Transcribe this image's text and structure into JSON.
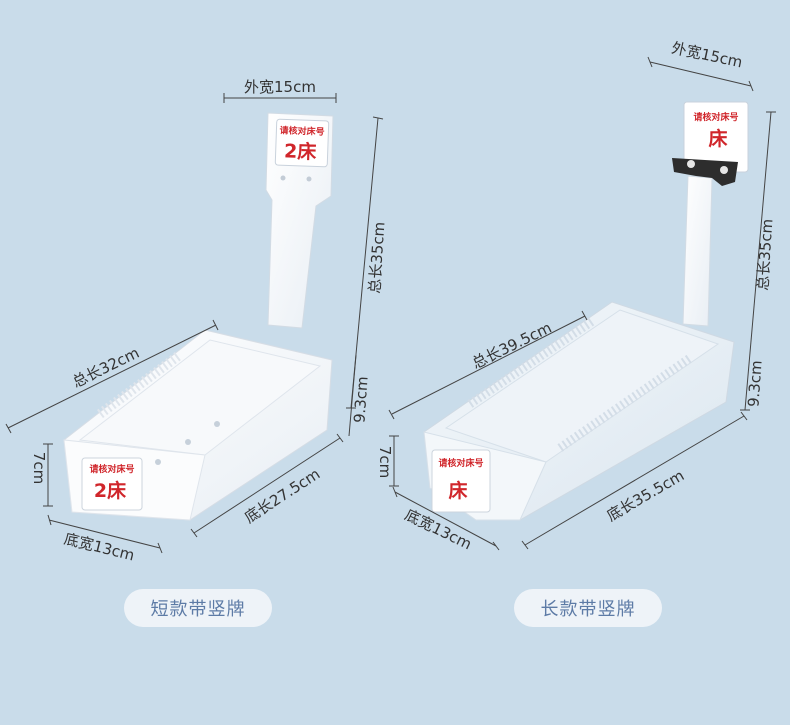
{
  "short_product": {
    "dims": {
      "outer_width": "外宽15cm",
      "total_height": "总长35cm",
      "total_length": "总长32cm",
      "height": "9.3cm",
      "bottom_length": "底长27.5cm",
      "bottom_width": "底宽13cm",
      "depth": "7cm"
    },
    "tag_text": "请核对床号",
    "bed_text": "2床",
    "front_tag_text": "请核对床号",
    "front_bed_text": "2床",
    "caption": "短款带竖牌"
  },
  "long_product": {
    "dims": {
      "outer_width": "外宽15cm",
      "total_height": "总长35cm",
      "total_length": "总长39.5cm",
      "height": "9.3cm",
      "bottom_length": "底长35.5cm",
      "bottom_width": "底宽13cm",
      "depth": "7cm"
    },
    "tag_text": "请核对床号",
    "bed_text": "床",
    "front_tag_text": "请核对床号",
    "front_bed_text": "床",
    "caption": "长款带竖牌"
  }
}
